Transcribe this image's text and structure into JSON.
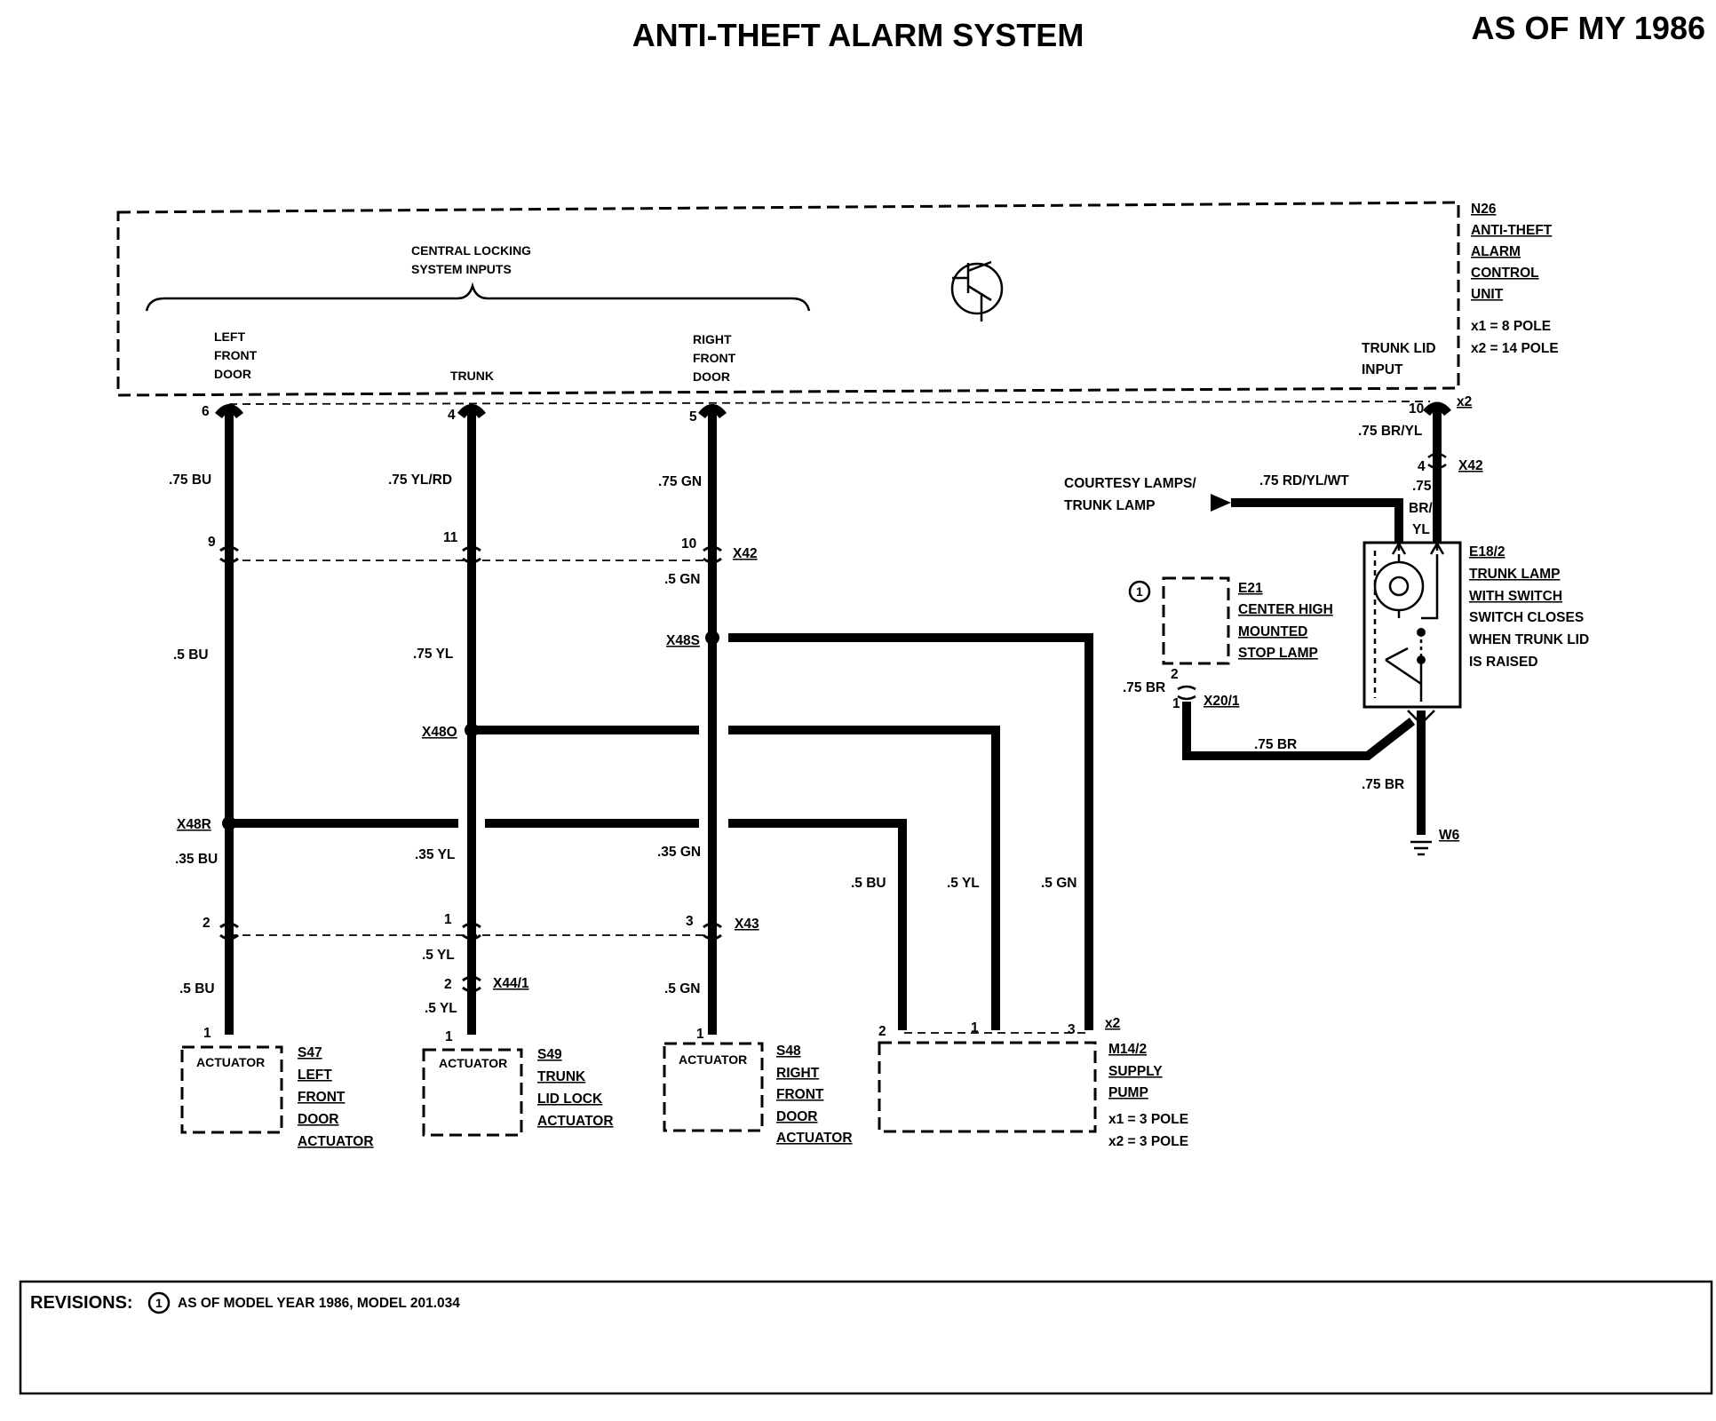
{
  "title": "ANTI-THEFT ALARM SYSTEM",
  "model_year": "AS OF MY 1986",
  "control_unit": {
    "id": "N26",
    "name_lines": [
      "ANTI-THEFT",
      "ALARM",
      "CONTROL",
      "UNIT"
    ],
    "pole_x1": "x1 = 8 POLE",
    "pole_x2": "x2 = 14 POLE",
    "central_locking_line1": "CENTRAL LOCKING",
    "central_locking_line2": "SYSTEM INPUTS",
    "input_lfd": [
      "LEFT",
      "FRONT",
      "DOOR"
    ],
    "input_trunk": "TRUNK",
    "input_rfd": [
      "RIGHT",
      "FRONT",
      "DOOR"
    ],
    "input_trunk_lid": [
      "TRUNK LID",
      "INPUT"
    ],
    "connector_x2": "x2"
  },
  "wires": {
    "w_75bu": ".75 BU",
    "w_75ylrd": ".75 YL/RD",
    "w_75gn": ".75 GN",
    "w_5bu": ".5 BU",
    "w_75yl": ".75 YL",
    "w_5gn": ".5 GN",
    "w_35bu": ".35 BU",
    "w_35yl": ".35 YL",
    "w_35gn": ".35 GN",
    "w_5yl": ".5 YL",
    "w_75bryl": ".75 BR/YL",
    "w_75": ".75",
    "w_br": "BR/",
    "w_yl": "YL",
    "w_75rdylwt": ".75 RD/YL/WT",
    "w_75br": ".75 BR"
  },
  "pins": {
    "p6": "6",
    "p4": "4",
    "p5": "5",
    "p9": "9",
    "p11": "11",
    "p10": "10",
    "p2": "2",
    "p1": "1",
    "p3": "3"
  },
  "connectors": {
    "x42": "X42",
    "x48s": "X48S",
    "x48o": "X48O",
    "x48r": "X48R",
    "x43": "X43",
    "x44_1": "X44/1",
    "x20_1": "X20/1",
    "x2": "x2",
    "w6": "W6"
  },
  "courtesy": [
    "COURTESY LAMPS/",
    "TRUNK LAMP"
  ],
  "actuators": {
    "box_label": "ACTUATOR",
    "s47": [
      "S47",
      "LEFT",
      "FRONT",
      "DOOR",
      "ACTUATOR"
    ],
    "s49": [
      "S49",
      "TRUNK",
      "LID LOCK",
      "ACTUATOR"
    ],
    "s48": [
      "S48",
      "RIGHT",
      "FRONT",
      "DOOR",
      "ACTUATOR"
    ]
  },
  "pump": {
    "name": [
      "M14/2",
      "SUPPLY",
      "PUMP"
    ],
    "pole_x1": "x1 = 3 POLE",
    "pole_x2": "x2 = 3 POLE"
  },
  "stop_lamp": {
    "revision_mark": "1",
    "name": [
      "E21",
      "CENTER HIGH",
      "MOUNTED",
      "STOP LAMP"
    ]
  },
  "trunk_lamp": {
    "name": [
      "E18/2",
      "TRUNK LAMP",
      "WITH SWITCH"
    ],
    "desc": [
      "SWITCH CLOSES",
      "WHEN TRUNK LID",
      "IS RAISED"
    ]
  },
  "revisions": {
    "label": "REVISIONS:",
    "mark": "1",
    "text": "AS OF MODEL YEAR 1986, MODEL 201.034"
  }
}
